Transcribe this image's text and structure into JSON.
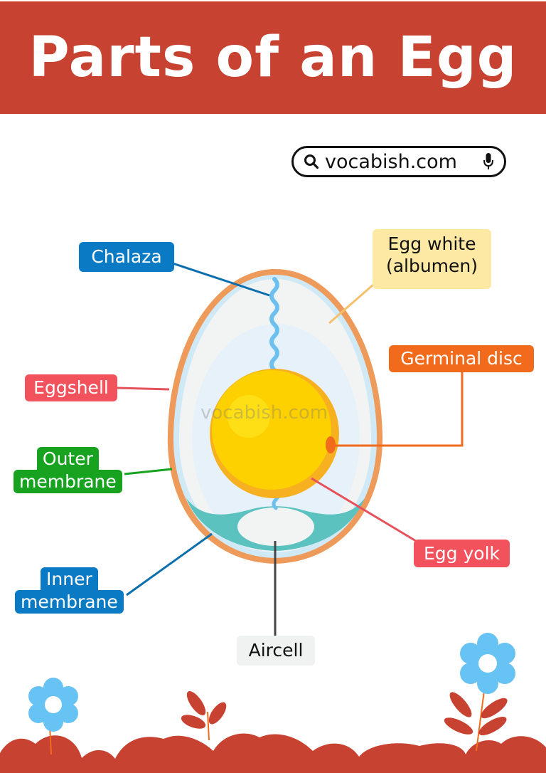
{
  "header": {
    "title": "Parts of an Egg",
    "banner_color": "#c84231"
  },
  "search_pill": {
    "icon": "search-icon",
    "text": "vocabish.com",
    "mic_icon": "microphone-icon"
  },
  "watermark": "vocabish.com",
  "labels": {
    "chalaza": {
      "text": "Chalaza",
      "color": "#0b7ac4"
    },
    "egg_white": {
      "line1": "Egg white",
      "line2": "(albumen)",
      "color": "#fde9a3"
    },
    "germinal_disc": {
      "text": "Germinal disc",
      "color": "#f26a1b"
    },
    "eggshell": {
      "text": "Eggshell",
      "color": "#f1525c"
    },
    "outer_membrane": {
      "line1": "Outer",
      "line2": "membrane",
      "color": "#17a21f"
    },
    "inner_membrane": {
      "line1": "Inner",
      "line2": "membrane",
      "color": "#0b7ac4"
    },
    "egg_yolk": {
      "text": "Egg yolk",
      "color": "#f1525c"
    },
    "aircell": {
      "text": "Aircell",
      "color": "#eff2f1"
    }
  },
  "egg_colors": {
    "shell": "#ee9a5a",
    "membrane": "#cfe9f7",
    "albumen": "#f2f4f3",
    "inner_albumen": "#e6f1f9",
    "yolk": "#fdd000",
    "yolk_edge": "#f7b01f",
    "chalaza": "#6cc0ef",
    "air_cell_membrane": "#5cc2bf",
    "germinal_disc": "#f26a1b"
  },
  "decoration": {
    "ground_color": "#c84231",
    "flower_color": "#68c3f5"
  }
}
